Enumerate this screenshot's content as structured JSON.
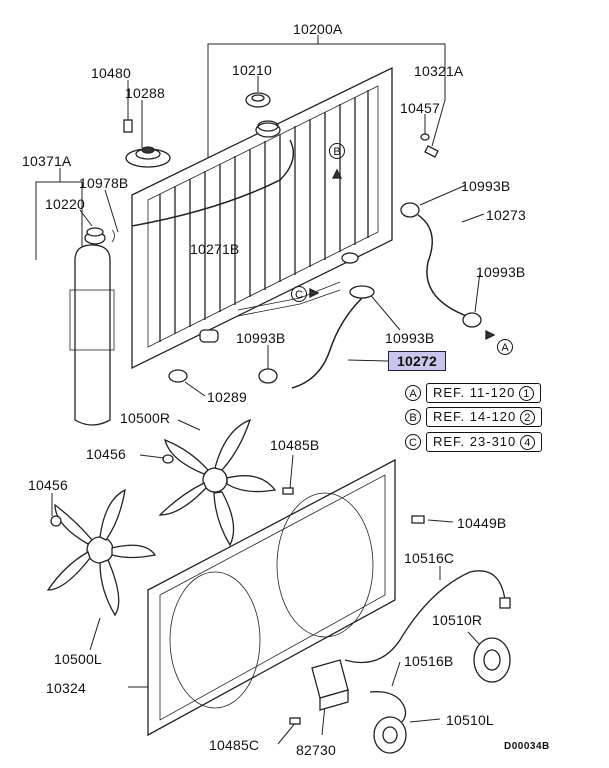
{
  "diagram_id": "D00034B",
  "highlighted_part": "10272",
  "part_labels": [
    {
      "id": "l-10200A",
      "text": "10200A"
    },
    {
      "id": "l-10210",
      "text": "10210"
    },
    {
      "id": "l-10321A",
      "text": "10321A"
    },
    {
      "id": "l-10480",
      "text": "10480"
    },
    {
      "id": "l-10288",
      "text": "10288"
    },
    {
      "id": "l-10457",
      "text": "10457"
    },
    {
      "id": "l-10371A",
      "text": "10371A"
    },
    {
      "id": "l-10978B",
      "text": "10978B"
    },
    {
      "id": "l-10220",
      "text": "10220"
    },
    {
      "id": "l-10993B-a",
      "text": "10993B"
    },
    {
      "id": "l-10273",
      "text": "10273"
    },
    {
      "id": "l-10271B",
      "text": "10271B"
    },
    {
      "id": "l-10993B-b",
      "text": "10993B"
    },
    {
      "id": "l-10993B-c",
      "text": "10993B"
    },
    {
      "id": "l-10993B-d",
      "text": "10993B"
    },
    {
      "id": "l-10272",
      "text": "10272"
    },
    {
      "id": "l-10289",
      "text": "10289"
    },
    {
      "id": "l-10500R",
      "text": "10500R"
    },
    {
      "id": "l-10456-a",
      "text": "10456"
    },
    {
      "id": "l-10485B",
      "text": "10485B"
    },
    {
      "id": "l-10456-b",
      "text": "10456"
    },
    {
      "id": "l-10449B",
      "text": "10449B"
    },
    {
      "id": "l-10516C",
      "text": "10516C"
    },
    {
      "id": "l-10510R",
      "text": "10510R"
    },
    {
      "id": "l-10500L",
      "text": "10500L"
    },
    {
      "id": "l-10516B",
      "text": "10516B"
    },
    {
      "id": "l-10324",
      "text": "10324"
    },
    {
      "id": "l-10510L",
      "text": "10510L"
    },
    {
      "id": "l-10485C",
      "text": "10485C"
    },
    {
      "id": "l-82730",
      "text": "82730"
    }
  ],
  "references": [
    {
      "key": "A",
      "text": "REF. 11-120",
      "num": "1"
    },
    {
      "key": "B",
      "text": "REF. 14-120",
      "num": "2"
    },
    {
      "key": "C",
      "text": "REF. 23-310",
      "num": "4"
    }
  ],
  "arrow_markers": [
    "A",
    "B",
    "C"
  ]
}
